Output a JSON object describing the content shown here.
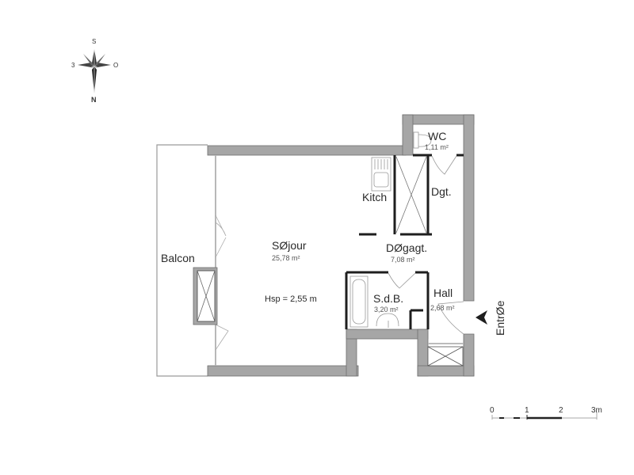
{
  "compass": {
    "north": "N",
    "south": "S",
    "east": "O",
    "west": "3"
  },
  "rooms": {
    "sejour": {
      "name": "SØjour",
      "area": "25,78 m²"
    },
    "balcon": {
      "name": "Balcon"
    },
    "kitchen": {
      "name": "Kitch"
    },
    "wc": {
      "name": "WC",
      "area": "1,11 m²"
    },
    "dgt": {
      "name": "Dgt."
    },
    "degagement": {
      "name": "DØgagt.",
      "area": "7,08 m²"
    },
    "sdb": {
      "name": "S.d.B.",
      "area": "3,20 m²"
    },
    "hall": {
      "name": "Hall",
      "area": "2,68 m²"
    }
  },
  "ceiling_height": "Hsp = 2,55 m",
  "entrance": {
    "label": "EntrØe"
  },
  "scale_bar": {
    "ticks": [
      "0",
      "1",
      "2",
      "3m"
    ]
  },
  "colors": {
    "wall_fill": "#a6a6a6",
    "wall_stroke": "#6e6e6e",
    "partition": "#1e1e1e",
    "fixture": "#9a9a9a"
  }
}
